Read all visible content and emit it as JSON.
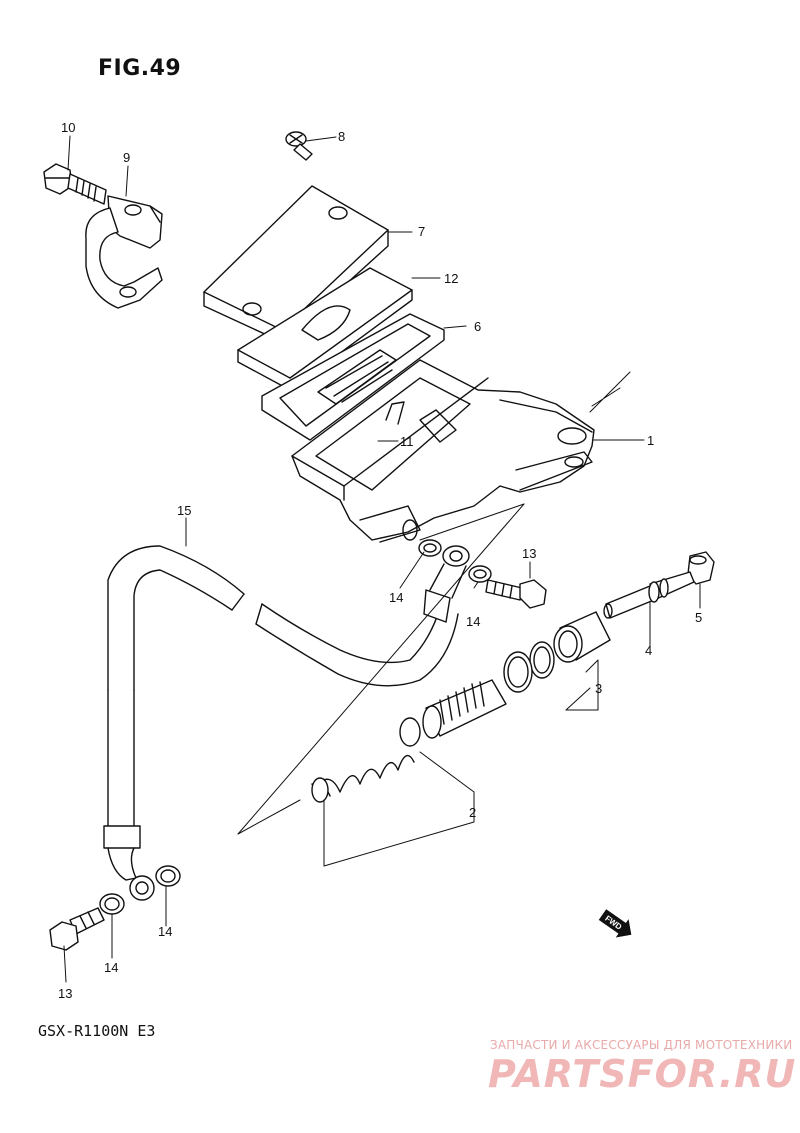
{
  "figure_title": "FIG.49",
  "model_code": "GSX-R1100N E3",
  "callouts": {
    "c1": "1",
    "c2": "2",
    "c3": "3",
    "c4": "4",
    "c5": "5",
    "c6": "6",
    "c7": "7",
    "c8": "8",
    "c9": "9",
    "c10": "10",
    "c11": "11",
    "c12": "12",
    "c13a": "13",
    "c13b": "13",
    "c14a": "14",
    "c14b": "14",
    "c14c": "14",
    "c14d": "14",
    "c15": "15"
  },
  "fwd_label": "FWD",
  "watermark": {
    "tagline": "ЗАПЧАСТИ И АКСЕССУАРЫ ДЛЯ МОТОТЕХНИКИ",
    "logo": "PARTSFOR.RU"
  }
}
